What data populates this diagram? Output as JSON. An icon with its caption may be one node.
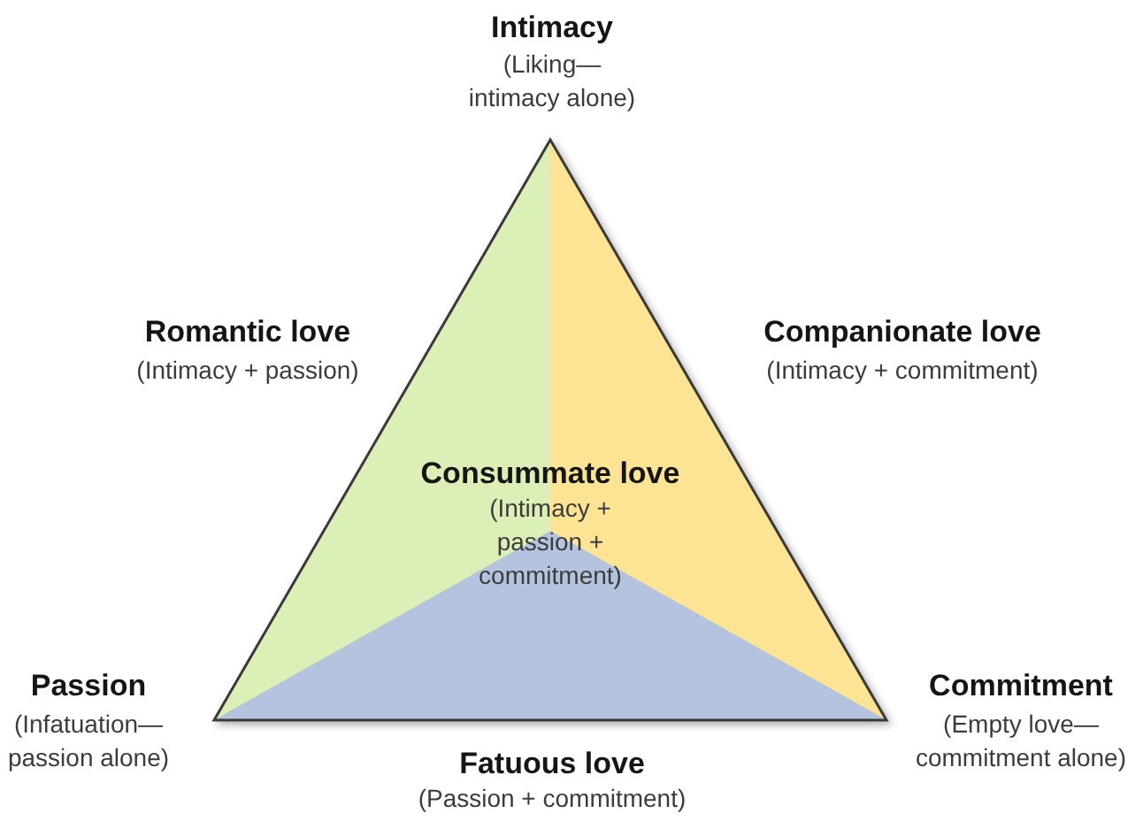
{
  "diagram": {
    "nodes": [
      {
        "text": [
          "Consummate love",
          "(Intimacy + passion + commitment)"
        ]
      }
    ],
    "labels": [
      "Intimacy",
      "(Liking— intimacy alone)",
      "Romantic love",
      "(Intimacy + passion)",
      "Companionate love",
      "(Intimacy + commitment)",
      "Passion",
      "(Infatuation— passion alone)",
      "Commitment",
      "(Empty love— commitment alone)",
      "Fatuous love",
      "(Passion + commitment)"
    ]
  }
}
